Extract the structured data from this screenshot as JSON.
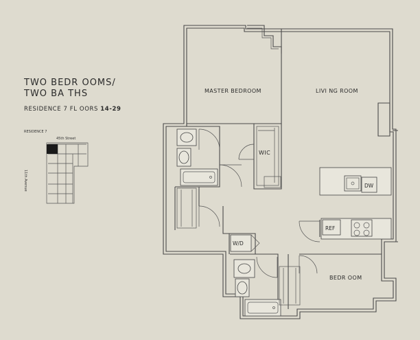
{
  "title": {
    "line1": "TWO BEDR OOMS/",
    "line2": "TWO BA THS"
  },
  "subtitle": {
    "prefix": "RESIDENCE 7 FL  OORS",
    "floors": "14-29"
  },
  "key_plan": {
    "residence_label": "RESIDENCE 7",
    "street_label": "45th Street",
    "avenue_label": "11th Avenue"
  },
  "rooms": {
    "master_bedroom": "MASTER BEDROOM",
    "living_room": "LIVI NG ROOM",
    "bedroom": "BEDR OOM",
    "wic": "WIC"
  },
  "appliances": {
    "dw": "DW",
    "ref": "REF",
    "wd": "W/D"
  },
  "colors": {
    "background": "#dedbcf",
    "wall": "#4a4a4a",
    "fixture_fill": "#e8e6dc"
  }
}
